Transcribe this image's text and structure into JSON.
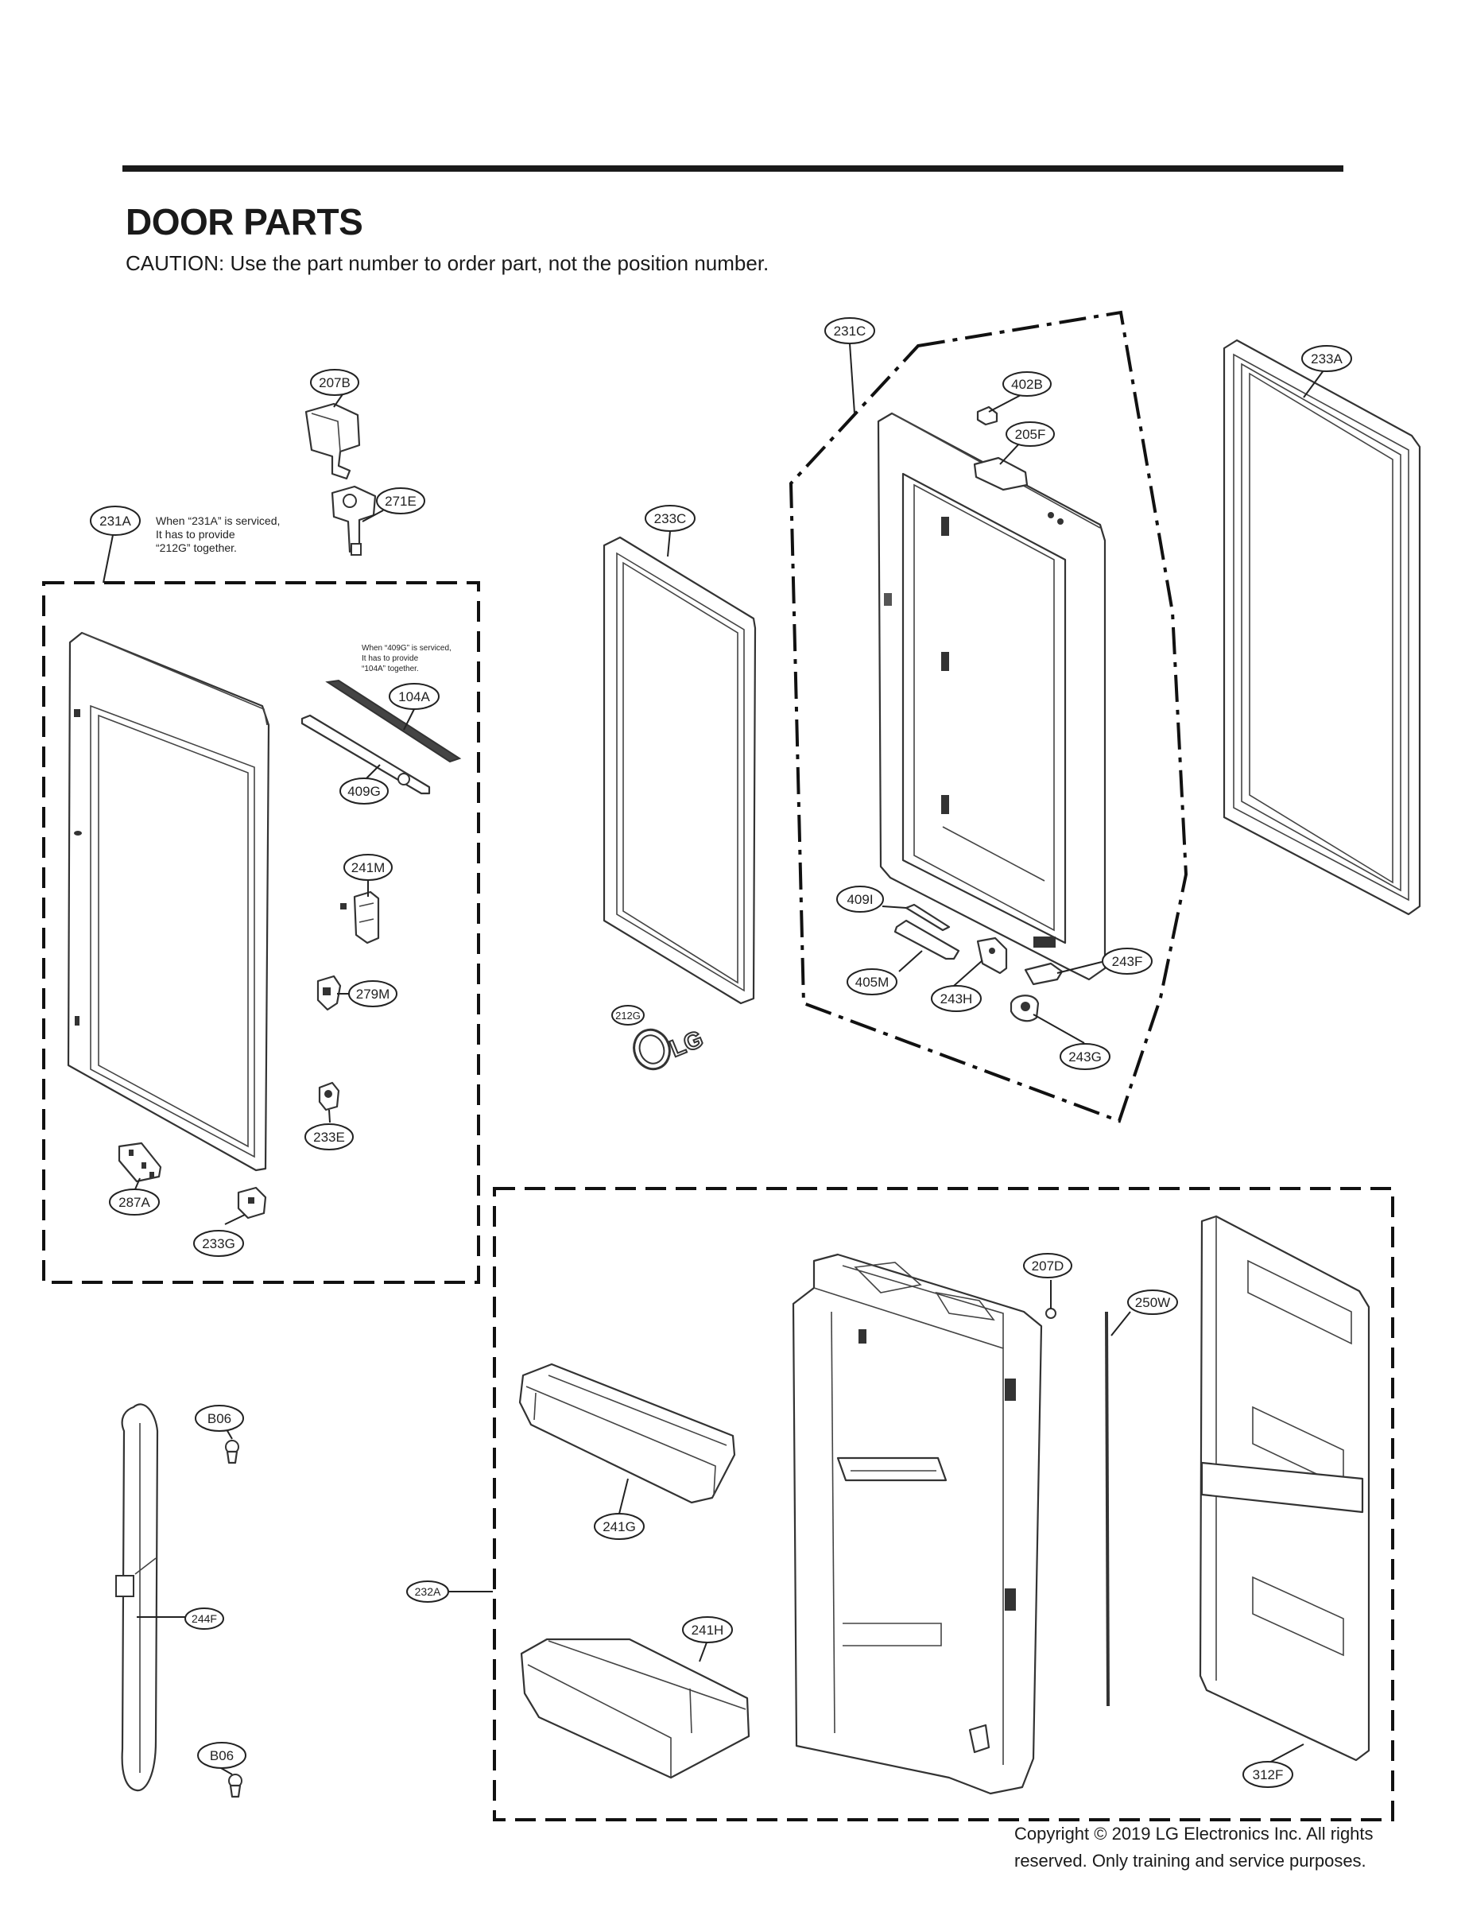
{
  "page": {
    "title": "DOOR PARTS",
    "caution": "CAUTION: Use the part number to order part, not the position number.",
    "copyright_line1": "Copyright © 2019  LG Electronics Inc. All rights",
    "copyright_line2": "reserved. Only training and service purposes."
  },
  "notes": {
    "note_231A_1": "When “231A” is serviced,",
    "note_231A_2": "It has to provide",
    "note_231A_3": "“212G” together.",
    "note_409G_1": "When “409G” is serviced,",
    "note_409G_2": "It has to provide",
    "note_409G_3": "“104A” together."
  },
  "brand_mark": "LG",
  "callouts": {
    "207B": "207B",
    "271E": "271E",
    "231A": "231A",
    "233C": "233C",
    "231C": "231C",
    "402B": "402B",
    "205F": "205F",
    "233A": "233A",
    "104A": "104A",
    "409G": "409G",
    "241M": "241M",
    "279M": "279M",
    "233E": "233E",
    "287A": "287A",
    "233G": "233G",
    "409I": "409I",
    "405M": "405M",
    "243H": "243H",
    "243F": "243F",
    "243G": "243G",
    "212G": "212G",
    "207D": "207D",
    "250W": "250W",
    "B06_top": "B06",
    "B06_bottom": "B06",
    "241G": "241G",
    "232A": "232A",
    "244F": "244F",
    "241H": "241H",
    "312F": "312F"
  }
}
